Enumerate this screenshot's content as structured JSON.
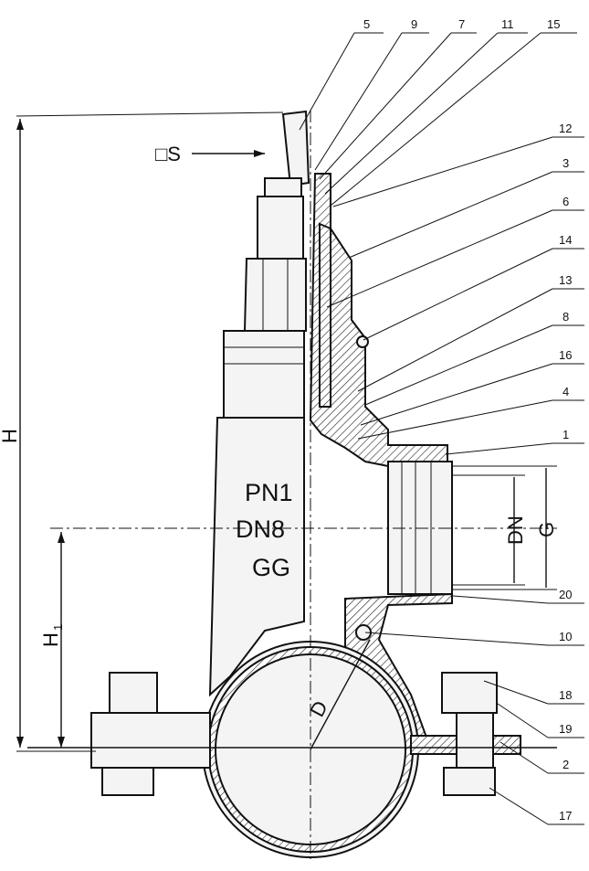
{
  "part_numbers": {
    "top": [
      "5",
      "9",
      "7",
      "11",
      "15"
    ],
    "right": [
      "12",
      "3",
      "6",
      "14",
      "13",
      "8",
      "16",
      "4",
      "1",
      "20",
      "10",
      "18",
      "19",
      "2",
      "17"
    ]
  },
  "body_marking": {
    "line1": "PN1",
    "line2": "DN8",
    "line3": "GG"
  },
  "dimensions": {
    "square": "□S",
    "height": "H",
    "height1": "H",
    "height1_sub": "1",
    "nominal": "DN",
    "thread": "G",
    "pipe": "D"
  }
}
